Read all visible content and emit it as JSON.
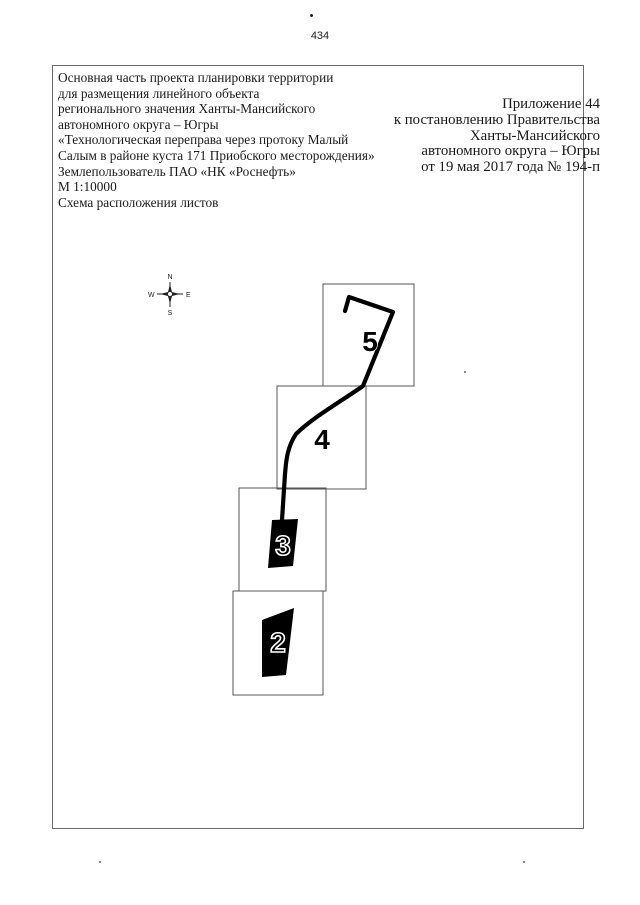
{
  "page_number": "434",
  "header_left": {
    "lines": [
      "Основная часть проекта планировки территории",
      "для размещения линейного объекта",
      "регионального значения Ханты-Мансийского",
      "автономного округа – Югры",
      "«Технологическая переправа через протоку Малый",
      "Салым в районе куста 171 Приобского месторождения»",
      "Землепользователь ПАО «НК «Роснефть»",
      "М 1:10000",
      "Схема расположения листов"
    ]
  },
  "header_right": {
    "lines": [
      "Приложение 44",
      "к постановлению Правительства",
      "Ханты-Мансийского",
      "автономного округа – Югры",
      "от 19 мая 2017 года № 194-п"
    ]
  },
  "compass": {
    "north": "N",
    "south": "S",
    "east": "E",
    "west": "W"
  },
  "sheets": [
    {
      "number": "5"
    },
    {
      "number": "4"
    },
    {
      "number": "3"
    },
    {
      "number": "2"
    }
  ],
  "colors": {
    "route": "#000000",
    "sheet_border": "#555555",
    "frame": "#6a6a6a"
  }
}
